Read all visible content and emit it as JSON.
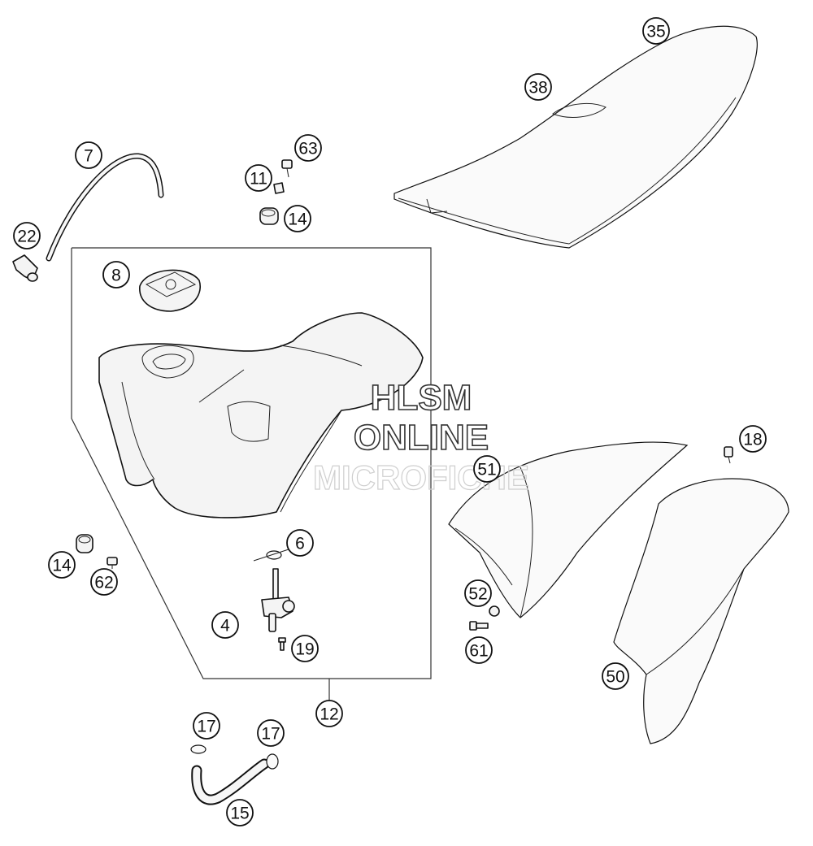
{
  "watermark": {
    "line1": "HLSM",
    "line2": "ONLINE",
    "line3": "MICROFICHE"
  },
  "callouts": [
    {
      "id": "c35",
      "label": "35"
    },
    {
      "id": "c38",
      "label": "38"
    },
    {
      "id": "c7",
      "label": "7"
    },
    {
      "id": "c63",
      "label": "63"
    },
    {
      "id": "c11",
      "label": "11"
    },
    {
      "id": "c14a",
      "label": "14"
    },
    {
      "id": "c22",
      "label": "22"
    },
    {
      "id": "c8",
      "label": "8"
    },
    {
      "id": "c6",
      "label": "6"
    },
    {
      "id": "c14b",
      "label": "14"
    },
    {
      "id": "c62",
      "label": "62"
    },
    {
      "id": "c4",
      "label": "4"
    },
    {
      "id": "c19",
      "label": "19"
    },
    {
      "id": "c12",
      "label": "12"
    },
    {
      "id": "c17a",
      "label": "17"
    },
    {
      "id": "c17b",
      "label": "17"
    },
    {
      "id": "c15",
      "label": "15"
    },
    {
      "id": "c18",
      "label": "18"
    },
    {
      "id": "c51",
      "label": "51"
    },
    {
      "id": "c52",
      "label": "52"
    },
    {
      "id": "c61",
      "label": "61"
    },
    {
      "id": "c50",
      "label": "50"
    }
  ]
}
